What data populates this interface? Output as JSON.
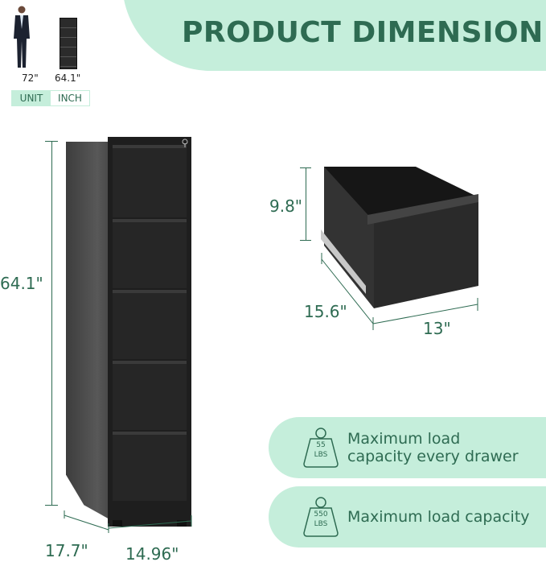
{
  "header": {
    "title": "PRODUCT DIMENSION"
  },
  "scale_comparison": {
    "person_height": "72\"",
    "cabinet_height": "64.1\"",
    "unit_label": "UNIT",
    "unit_value": "INCH"
  },
  "cabinet": {
    "height": "64.1\"",
    "depth": "17.7\"",
    "width": "14.96\"",
    "drawer_count": 5
  },
  "drawer": {
    "height": "9.8\"",
    "depth": "15.6\"",
    "width": "13\""
  },
  "capacity": [
    {
      "weight": "55",
      "unit": "LBS",
      "line1": "Maximum load",
      "line2": "capacity every drawer"
    },
    {
      "weight": "550",
      "unit": "LBS",
      "line1": "Maximum load capacity",
      "line2": ""
    }
  ],
  "colors": {
    "accent": "#2e6b52",
    "mint": "#c5eedb",
    "cabinet": "#1e1e1e"
  }
}
